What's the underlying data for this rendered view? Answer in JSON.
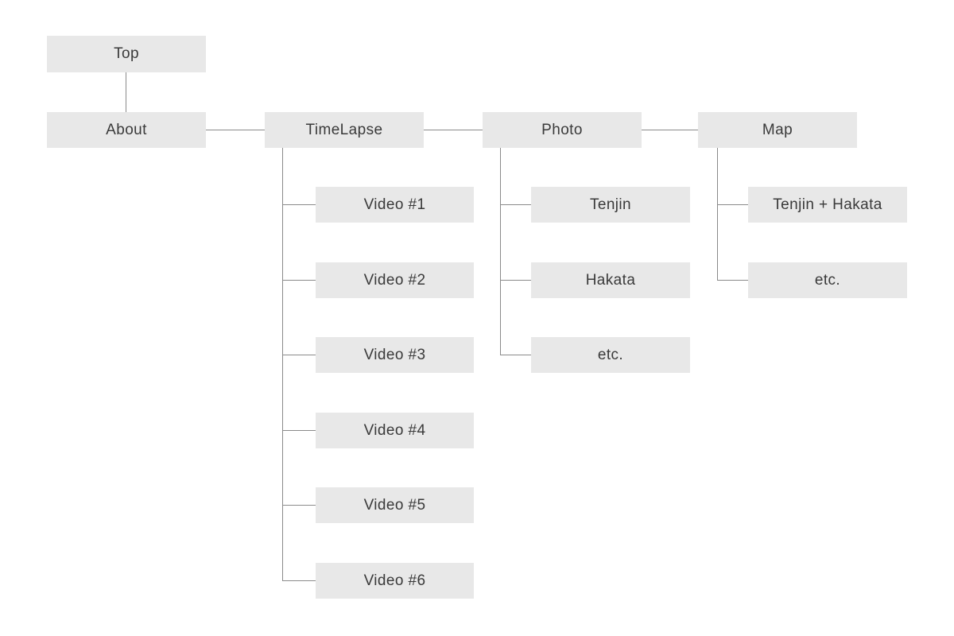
{
  "diagram": {
    "type": "sitemap-tree",
    "nodes": {
      "top": "Top",
      "about": "About",
      "timelapse": "TimeLapse",
      "photo": "Photo",
      "map": "Map",
      "video_1": "Video #1",
      "video_2": "Video #2",
      "video_3": "Video #3",
      "video_4": "Video #4",
      "video_5": "Video #5",
      "video_6": "Video #6",
      "tenjin": "Tenjin",
      "hakata": "Hakata",
      "photo_etc": "etc.",
      "tenjin_hakata": "Tenjin + Hakata",
      "map_etc": "etc."
    },
    "edges": [
      "Top - About",
      "About - TimeLapse",
      "TimeLapse - Photo",
      "Photo - Map",
      "TimeLapse - Video #1",
      "TimeLapse - Video #2",
      "TimeLapse - Video #3",
      "TimeLapse - Video #4",
      "TimeLapse - Video #5",
      "TimeLapse - Video #6",
      "Photo - Tenjin",
      "Photo - Hakata",
      "Photo - etc.",
      "Map - Tenjin + Hakata",
      "Map - etc."
    ],
    "colors": {
      "background": "#ffffff",
      "box_fill": "#e8e8e8",
      "connector": "#8a8a8a",
      "text": "#3a3a3a"
    }
  }
}
